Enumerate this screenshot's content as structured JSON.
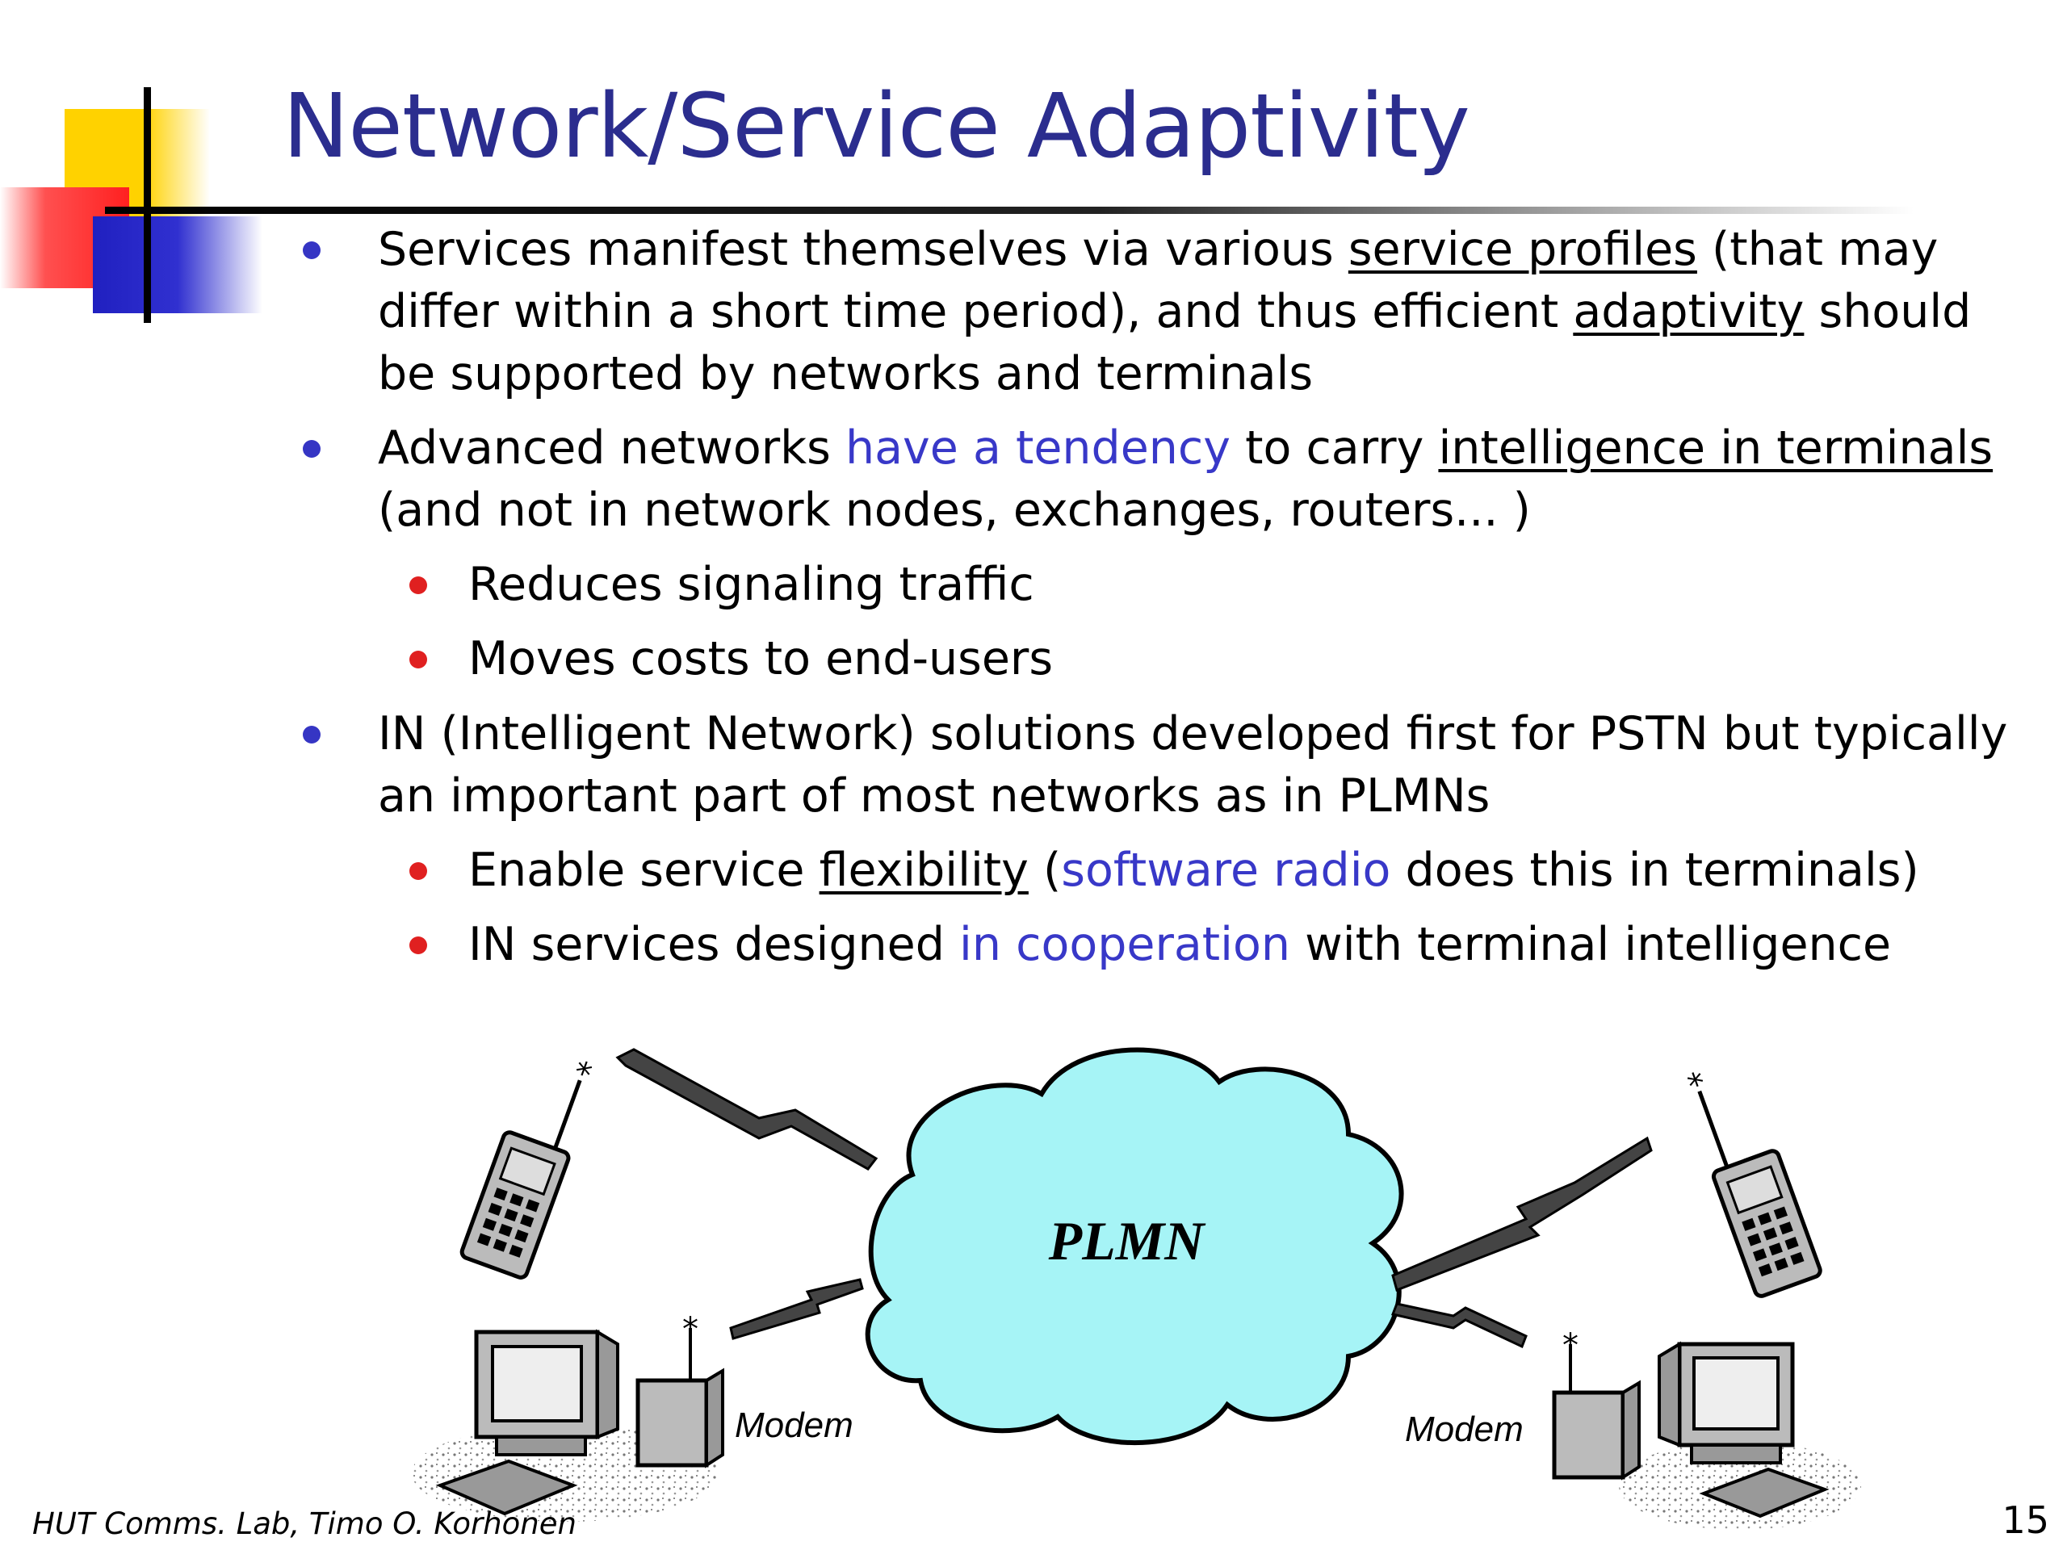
{
  "slide": {
    "title": "Network/Service Adaptivity",
    "footer": "HUT Comms. Lab, Timo O. Korhonen",
    "page_number": "15",
    "accent_colors": {
      "title": "#2b2d8e",
      "highlight": "#3838c8",
      "sub_bullet": "#e02020"
    }
  },
  "bullets": {
    "b1": {
      "line1": {
        "t1": "Services manifest themselves via various ",
        "u1": "service profiles",
        "t2": " (that may"
      },
      "line2": {
        "t1": "differ within a short time period), and thus efficient ",
        "u1": "adaptivity",
        "t2": " should"
      },
      "line3": "be supported by networks and terminals"
    },
    "b2": {
      "line1": {
        "t1": "Advanced networks ",
        "h1": "have a tendency",
        "t2": " to carry ",
        "u1": "intelligence in terminals"
      },
      "line2": "(and not in network nodes, exchanges, routers... )",
      "sub1": "Reduces signaling traffic",
      "sub2": "Moves costs to end-users"
    },
    "b3": {
      "line1": "IN (Intelligent Network) solutions developed first for PSTN but typically",
      "line2": "an important part of most networks as in PLMNs",
      "sub1": {
        "t1": "Enable service ",
        "u1": "flexibility",
        "t2": " (",
        "h1": "software radio",
        "t3": " does this in terminals)"
      },
      "sub2": {
        "t1": "IN services designed ",
        "h1": "in cooperation",
        "t2": " with terminal intelligence"
      }
    }
  },
  "diagram": {
    "cloud_label": "PLMN",
    "left_modem_label": "Modem",
    "right_modem_label": "Modem",
    "cloud_color": "#a6f4f6",
    "icons": [
      "mobile-phone-icon",
      "computer-icon",
      "modem-icon",
      "antenna-icon",
      "lightning-link-icon"
    ]
  }
}
